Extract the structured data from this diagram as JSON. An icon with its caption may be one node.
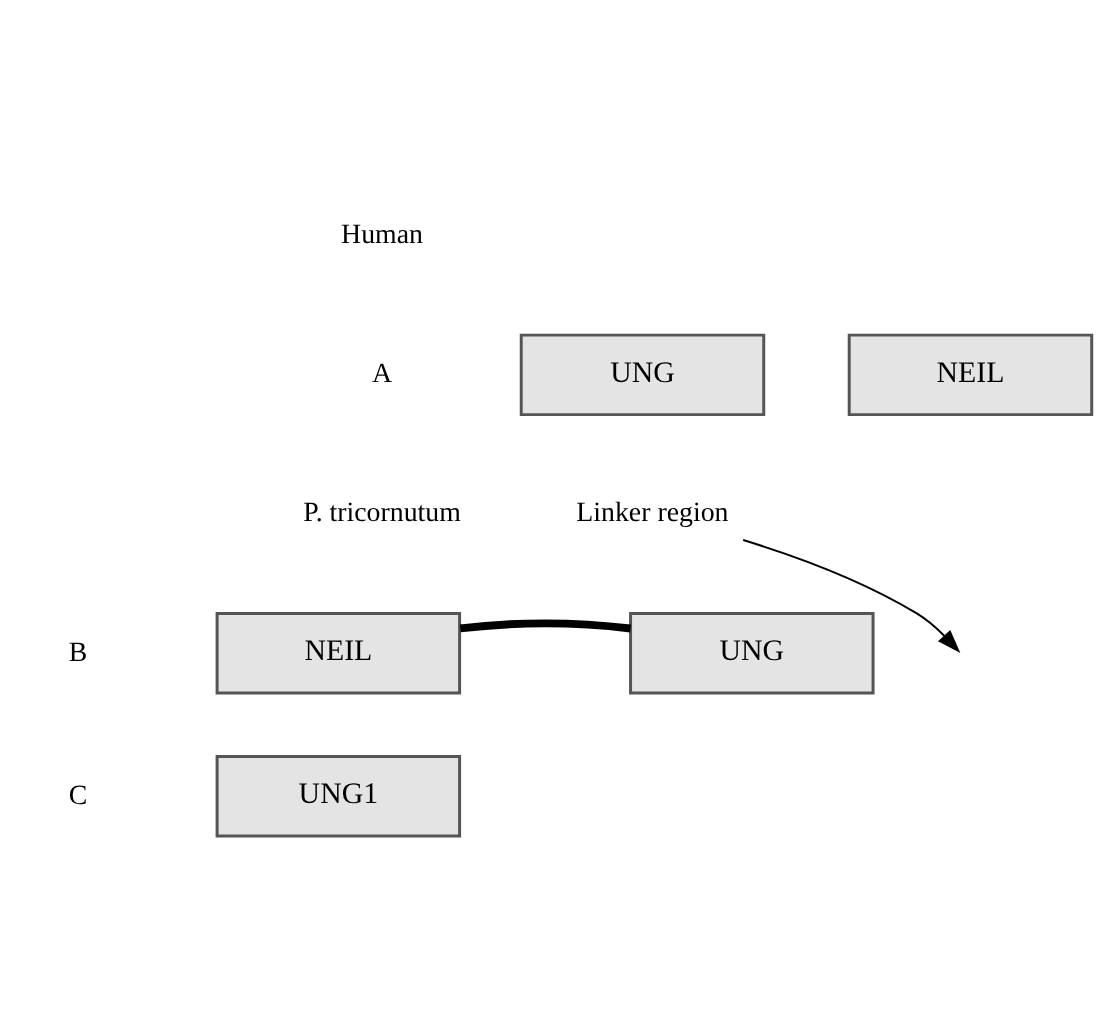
{
  "diagram": {
    "nodes": [
      {
        "text": [
          "UNG"
        ]
      },
      {
        "text": [
          "NEIL"
        ]
      },
      {
        "text": [
          "NEIL"
        ]
      },
      {
        "text": [
          "UNG"
        ]
      },
      {
        "text": [
          "UNG1"
        ]
      },
      {
        "text": [
          "Linker region"
        ]
      }
    ],
    "edges": [
      {
        "from": 2,
        "to": 3,
        "arrow": "none",
        "style": "thick"
      },
      {
        "from": 5,
        "to": null,
        "arrow": "to"
      }
    ],
    "labels": [
      "Human",
      "A",
      "P. tricornutum",
      "B",
      "C"
    ]
  }
}
